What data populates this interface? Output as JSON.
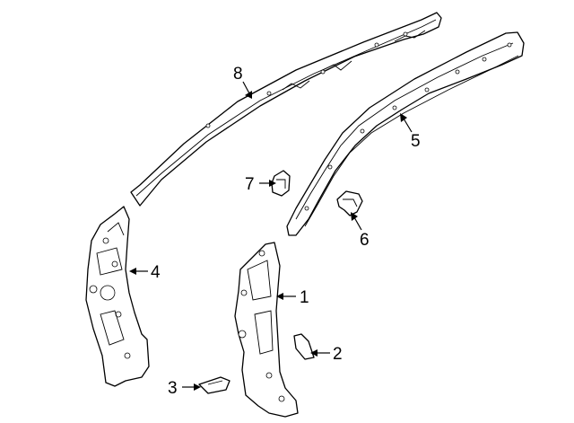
{
  "diagram": {
    "background": "#ffffff",
    "line_color": "#000000",
    "callouts": [
      {
        "id": "1",
        "label": "1"
      },
      {
        "id": "2",
        "label": "2"
      },
      {
        "id": "3",
        "label": "3"
      },
      {
        "id": "4",
        "label": "4"
      },
      {
        "id": "5",
        "label": "5"
      },
      {
        "id": "6",
        "label": "6"
      },
      {
        "id": "7",
        "label": "7"
      },
      {
        "id": "8",
        "label": "8"
      }
    ]
  }
}
